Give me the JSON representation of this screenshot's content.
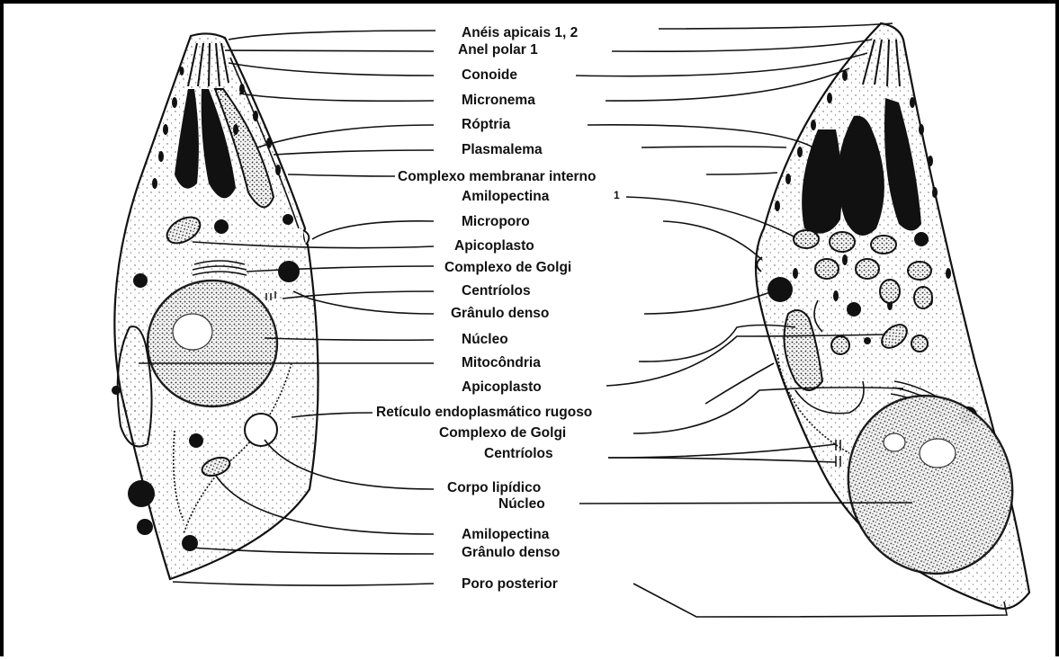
{
  "labels": {
    "aneis_apicais": "Anéis apicais 1, 2",
    "anel_polar": "Anel polar 1",
    "conoide": "Conoide",
    "micronema": "Micronema",
    "roptria": "Róptria",
    "plasmalema": "Plasmalema",
    "complexo_membranar": "Complexo membranar interno",
    "amilopectina_top": "Amilopectina",
    "amilopectina_mark": "1",
    "microporo": "Microporo",
    "apicoplasto_top": "Apicoplasto",
    "golgi_top": "Complexo de Golgi",
    "centriolos_top": "Centríolos",
    "granulo_top": "Grânulo denso",
    "nucleo_top": "Núcleo",
    "mitocondria": "Mitocôndria",
    "apicoplasto_bottom": "Apicoplasto",
    "reticulo": "Retículo endoplasmático rugoso",
    "golgi_bottom": "Complexo de Golgi",
    "centriolos_bottom": "Centríolos",
    "corpo_lipidico": "Corpo lipídico",
    "nucleo_bottom": "Núcleo",
    "amilopectina_bottom": "Amilopectina",
    "granulo_bottom": "Grânulo denso",
    "poro_posterior": "Poro posterior"
  }
}
